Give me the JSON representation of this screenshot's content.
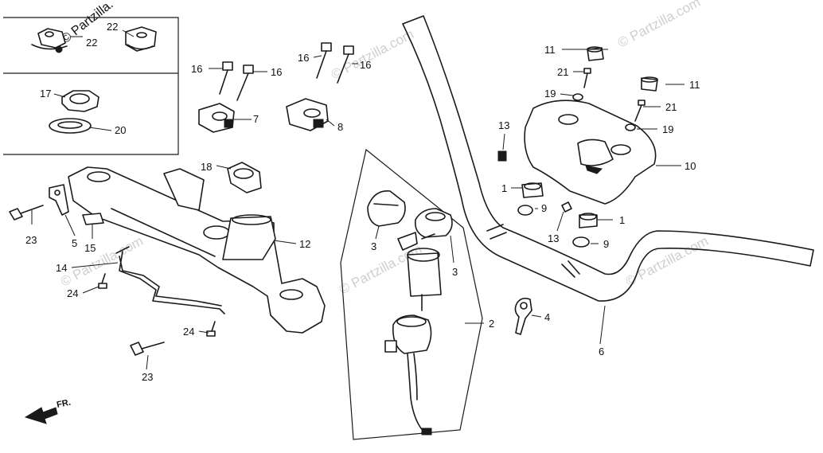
{
  "watermark": {
    "text": "© Partzilla.com",
    "text_cut": "© Partzilla."
  },
  "front_indicator": {
    "label": "FR."
  },
  "callouts": {
    "c1a": "1",
    "c1b": "1",
    "c2": "2",
    "c3a": "3",
    "c3b": "3",
    "c4": "4",
    "c5": "5",
    "c6": "6",
    "c7": "7",
    "c8": "8",
    "c9a": "9",
    "c9b": "9",
    "c10": "10",
    "c11a": "11",
    "c11b": "11",
    "c12": "12",
    "c13a": "13",
    "c13b": "13",
    "c14": "14",
    "c15": "15",
    "c16a": "16",
    "c16b": "16",
    "c16c": "16",
    "c16d": "16",
    "c17": "17",
    "c18": "18",
    "c19a": "19",
    "c19b": "19",
    "c20": "20",
    "c21a": "21",
    "c21b": "21",
    "c22a": "22",
    "c22b": "22",
    "c23a": "23",
    "c23b": "23",
    "c24a": "24",
    "c24b": "24"
  }
}
